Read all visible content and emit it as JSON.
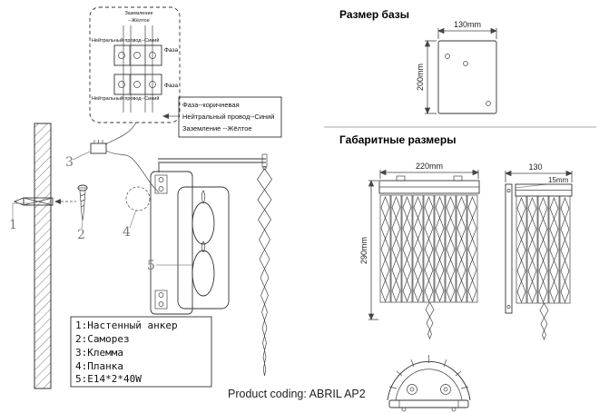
{
  "product": {
    "coding": "Product coding: ABRIL AP2"
  },
  "wiring": {
    "top_note_line1": "Заземление",
    "top_note_line2": "--Жёлтое",
    "neutral_top": "Нейтральный провод--Синий",
    "phase_top": "Фаза",
    "neutral_bottom": "Нейтральный провод--Синий",
    "phase_bottom": "Фаза",
    "info_line1": "Фаза--коричневая",
    "info_line2": "Нейтральный провод--Синий",
    "info_line3": "Заземление --Жёлтое"
  },
  "callouts": {
    "c1": "1",
    "c2": "2",
    "c3": "3",
    "c4": "4",
    "c5": "5"
  },
  "legend": {
    "items": [
      "1:Настенный анкер",
      "2:Саморез",
      "3:Клемма",
      "4:Планка",
      "5:E14*2*40W"
    ]
  },
  "sections": {
    "base_title": "Размер базы",
    "overall_title": "Габаритные размеры"
  },
  "dimensions": {
    "base_width": "130mm",
    "base_height": "200mm",
    "front_width": "220mm",
    "front_height": "290mm",
    "side_width": "130",
    "plate_thickness": "15mm"
  }
}
